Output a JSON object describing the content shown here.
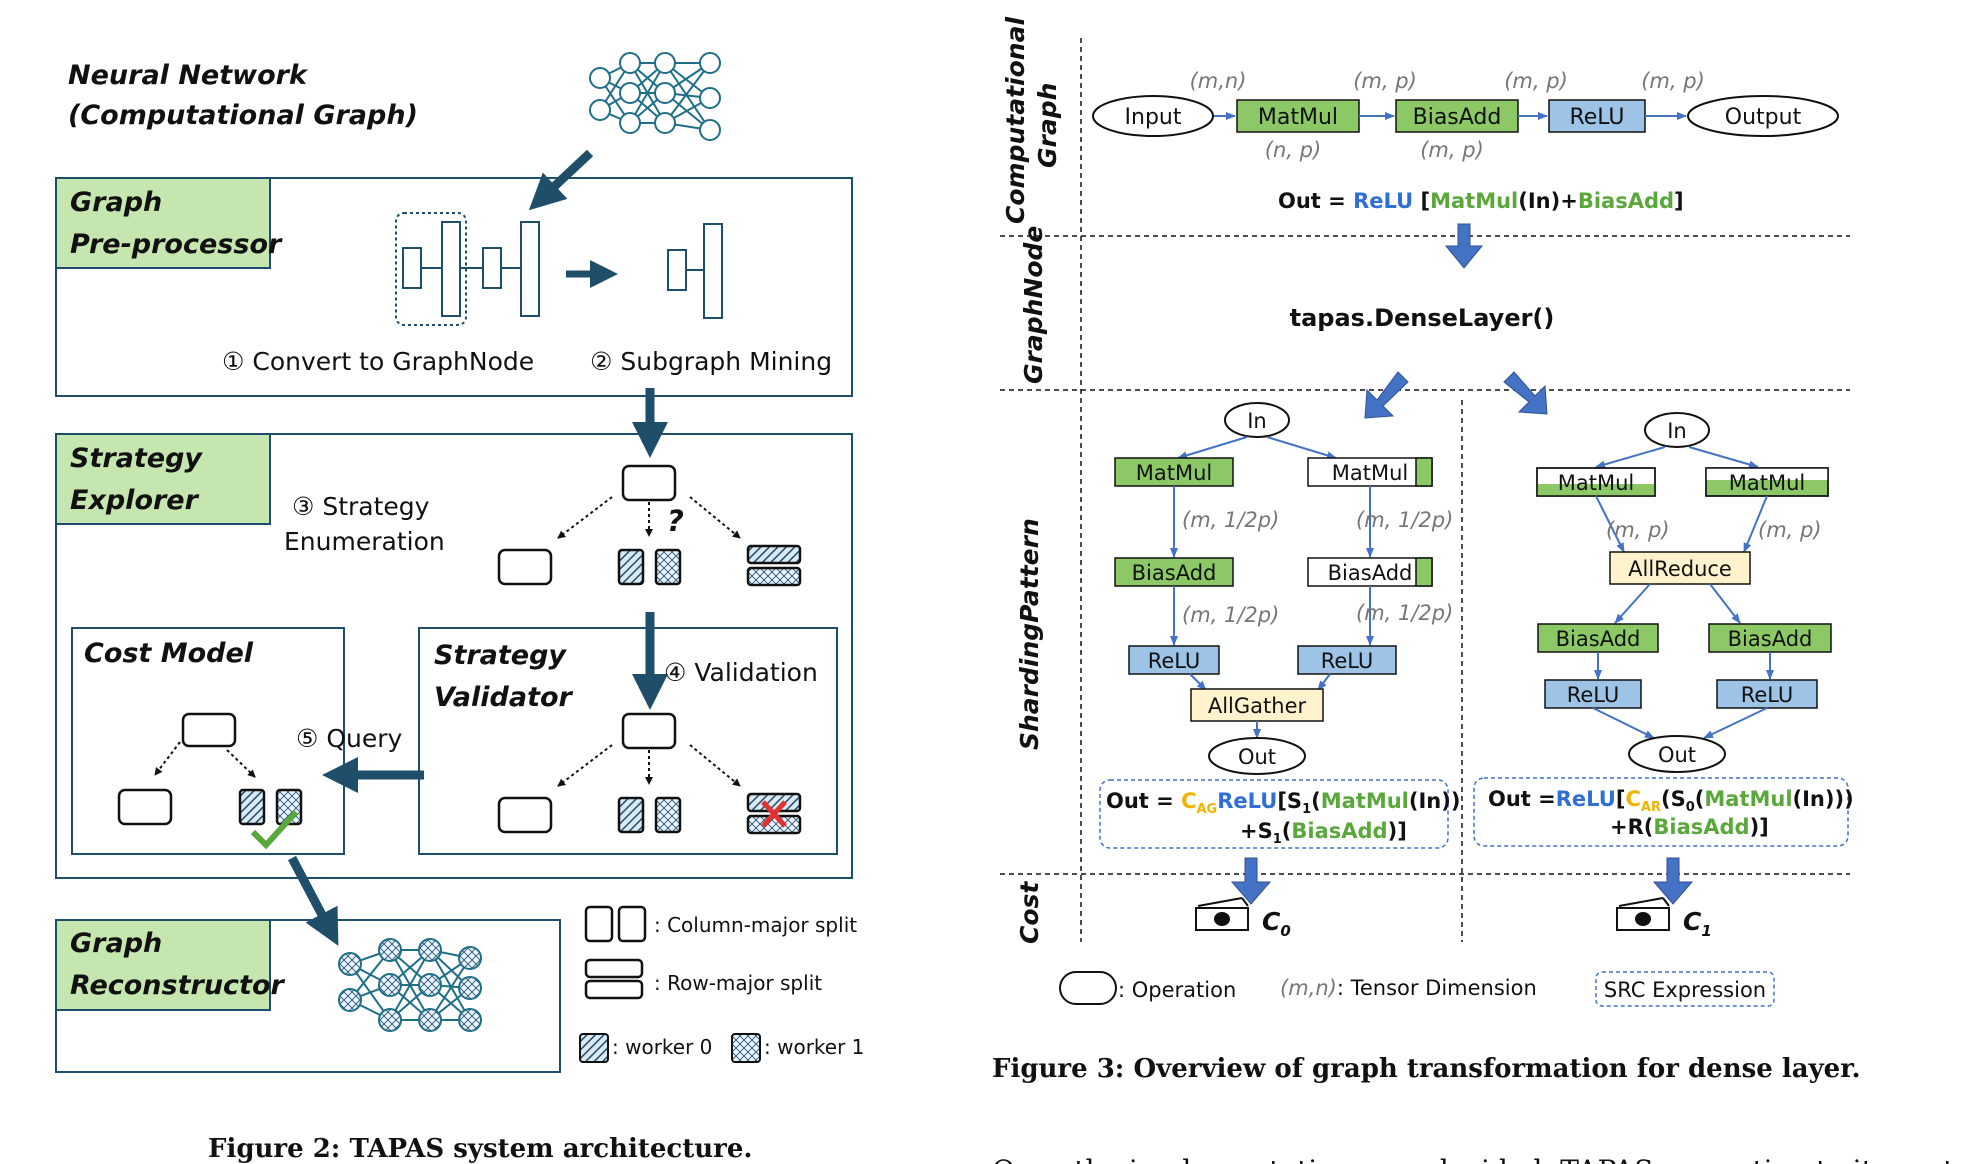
{
  "fig2": {
    "nn_title_1": "Neural Network",
    "nn_title_2": "(Computational Graph)",
    "preprocessor_1": "Graph",
    "preprocessor_2": "Pre-processor",
    "step1": "① Convert to GraphNode",
    "step2": "② Subgraph Mining",
    "explorer_1": "Strategy",
    "explorer_2": "Explorer",
    "step3_1": "③ Strategy",
    "step3_2": "Enumeration",
    "question": "?",
    "cost_model": "Cost Model",
    "validator_1": "Strategy",
    "validator_2": "Validator",
    "step4": "④ Validation",
    "step5": "⑤ Query",
    "reconstructor_1": "Graph",
    "reconstructor_2": "Reconstructor",
    "legend_col": ": Column-major split",
    "legend_row": ": Row-major split",
    "legend_w0": ": worker 0",
    "legend_w1": ": worker 1",
    "caption": "Figure 2: TAPAS system architecture."
  },
  "fig3": {
    "section_comp": "Computational",
    "section_graph": "Graph",
    "section_graphnode": "GraphNode",
    "section_sharding": "ShardingPattern",
    "section_cost": "Cost",
    "input": "Input",
    "matmul": "MatMul",
    "biasadd": "BiasAdd",
    "relu": "ReLU",
    "output": "Output",
    "dim_mn": "(m,n)",
    "dim_mp": "(m, p)",
    "dim_np": "(n, p)",
    "out_label": "Out = ",
    "out_relu": "ReLU",
    "out_bracket_open": " [",
    "out_matmul": "MatMul",
    "out_in": "(In)+",
    "out_biasadd": "BiasAdd",
    "out_bracket_close": "]",
    "dense_layer": "tapas.DenseLayer()",
    "in": "In",
    "out": "Out",
    "allgather": "AllGather",
    "allreduce": "AllReduce",
    "dim_m_half_p": "(m, 1/2p)",
    "expr_left_1": "Out = ",
    "expr_left_cag": "C",
    "expr_left_cag_sub": "AG",
    "expr_left_relu": "ReLU",
    "expr_left_s1": "[S",
    "expr_left_s1_sub": "1",
    "expr_left_matmul": "MatMul",
    "expr_left_in": "(In))",
    "expr_left_l2a": "+S",
    "expr_left_l2sub": "1",
    "expr_left_l2b": "(",
    "expr_left_biasadd": "BiasAdd",
    "expr_left_l2c": ")]",
    "expr_right_1": "Out =",
    "expr_right_relu": "ReLU",
    "expr_right_open": "[",
    "expr_right_car": "C",
    "expr_right_car_sub": "AR",
    "expr_right_s0": "(S",
    "expr_right_s0_sub": "0",
    "expr_right_open2": "(",
    "expr_right_matmul": "MatMul",
    "expr_right_in": "(In)))",
    "expr_right_l2a": "+R(",
    "expr_right_biasadd": "BiasAdd",
    "expr_right_l2c": ")]",
    "cost_c0": "C",
    "cost_c0_sub": "0",
    "cost_c1": "C",
    "cost_c1_sub": "1",
    "legend_operation": ": Operation",
    "legend_tensor_dim": "(m,n)",
    "legend_tensor_text": ": Tensor Dimension",
    "legend_src": "SRC Expression",
    "caption": "Figure 3: Overview of graph transformation for dense layer."
  },
  "body_text": "Once the implementations are decided, TAPAS can estimate its cost",
  "colors": {
    "green_box": "#c6e6b0",
    "green_op": "#8cc866",
    "blue_op": "#9dc3e6",
    "yellow_op": "#fff2cc",
    "arrow_teal": "#1f4e6b",
    "arrow_blue": "#4472c4",
    "relu_blue": "#2f6fd6",
    "green_text": "#5aa83c",
    "orange_text": "#f0b400"
  }
}
